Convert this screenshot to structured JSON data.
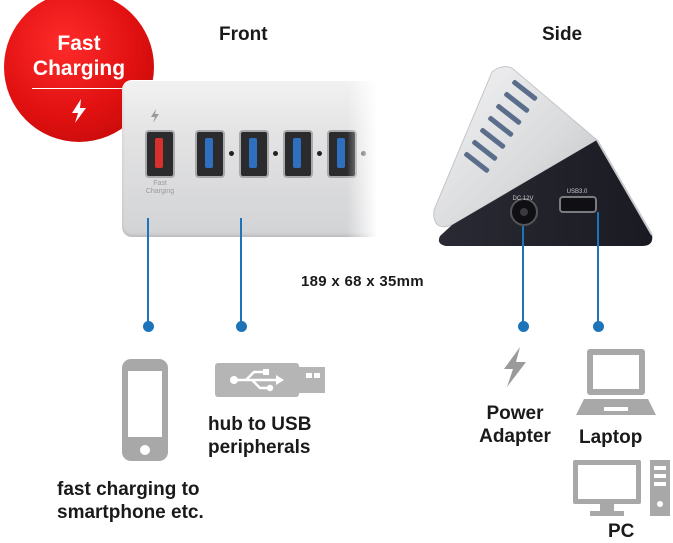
{
  "badge": {
    "line1": "Fast",
    "line2": "Charging",
    "icon": "lightning-icon",
    "color": "#e01010"
  },
  "headings": {
    "front": "Front",
    "side": "Side"
  },
  "dimensions": "189 x 68 x 35mm",
  "front_port_label": "Fast\nCharging",
  "side_labels": {
    "dc": "DC 12V",
    "usb": "USB3.0"
  },
  "destinations": {
    "smartphone": "fast charging to\nsmartphone etc.",
    "peripherals": "hub to USB\nperipherals",
    "power": "Power\nAdapter",
    "laptop": "Laptop",
    "pc": "PC"
  },
  "colors": {
    "connector": "#1d74b8",
    "icon_gray": "#a8a8a8",
    "port_blue": "#2f6fc0",
    "port_red": "#d8302a"
  }
}
